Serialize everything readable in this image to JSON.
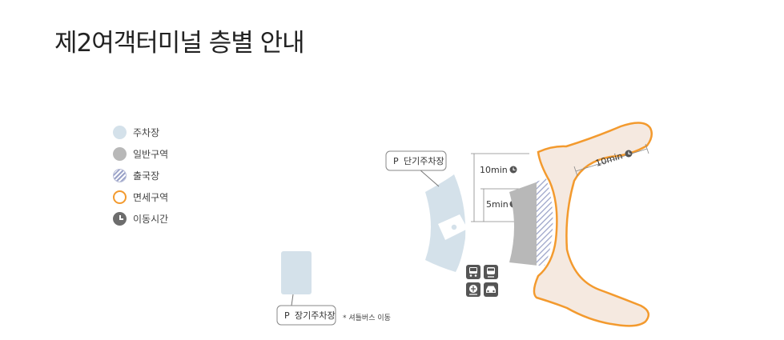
{
  "page": {
    "title": "제2여객터미널 층별 안내"
  },
  "legend": [
    {
      "key": "parking",
      "label": "주차장",
      "icon": "parking-swatch"
    },
    {
      "key": "general",
      "label": "일반구역",
      "icon": "general-area-swatch"
    },
    {
      "key": "departure",
      "label": "출국장",
      "icon": "departure-hatch-swatch"
    },
    {
      "key": "dutyfree",
      "label": "면세구역",
      "icon": "dutyfree-ring-swatch"
    },
    {
      "key": "time",
      "label": "이동시간",
      "icon": "clock-icon"
    }
  ],
  "map": {
    "short_term_parking": {
      "prefix": "P",
      "label": "단기주차장"
    },
    "long_term_parking": {
      "prefix": "P",
      "label": "장기주차장"
    },
    "shuttle_note": "* 셔틀버스 이동",
    "times": {
      "to_departure_top": "10min",
      "to_departure_mid": "5min",
      "to_concourse": "10min"
    },
    "transport_icons": [
      "bus-icon",
      "train-icon",
      "airport-rail-icon",
      "taxi-icon"
    ]
  },
  "colors": {
    "parking": "#d4e1ea",
    "general": "#b8b8b8",
    "departure_hatch": "#9aa2c8",
    "dutyfree_fill": "#f5e9e0",
    "dutyfree_border": "#f39a2e",
    "clock": "#6d6d6d"
  }
}
